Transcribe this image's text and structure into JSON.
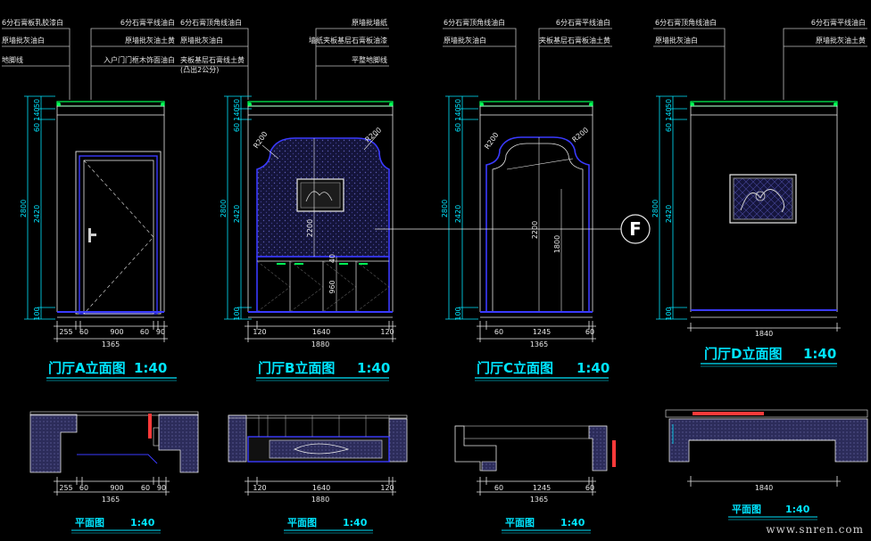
{
  "colors": {
    "background": "#000000",
    "cyan": "#00e5ff",
    "blue": "#3a3aff",
    "green": "#00ff55",
    "white": "#e8e8e8",
    "red": "#ff3a3a",
    "hatch": "#2a2a55"
  },
  "callouts": {
    "A_left": [
      "6分石膏板乳胶漆白",
      "原墙批灰油白",
      "地脚线"
    ],
    "A_right": [
      "6分石膏平线油白",
      "原墙批灰油土黄",
      "入户门门框木饰面油白"
    ],
    "B_left": [
      "6分石膏顶角线油白",
      "原墙批灰油白",
      "夹板基层石膏线土黄",
      "(凸出2公分)"
    ],
    "B_right": [
      "原墙批墙纸",
      "墙纸夹板基层石膏板油漆",
      "平整地脚线"
    ],
    "C_left": [
      "6分石膏顶角线油白",
      "原墙批灰油白"
    ],
    "C_right": [
      "6分石膏平线油白",
      "夹板基层石膏板油土黄"
    ],
    "D_left": [
      "6分石膏顶角线油白",
      "原墙批灰油白"
    ],
    "D_right": [
      "6分石膏平线油白",
      "原墙批灰油土黄"
    ]
  },
  "elevations": {
    "A": {
      "title": "门厅A立面图",
      "scale": "1:40",
      "vdims": [
        "60",
        "140",
        "50",
        "60",
        "2420",
        "2800",
        "100"
      ],
      "hdims_top": [
        "255",
        "60",
        "900",
        "60",
        "90"
      ],
      "total": "1365"
    },
    "B": {
      "title": "门厅B立面图",
      "scale": "1:40",
      "vdims": [
        "60",
        "140",
        "50",
        "60",
        "2420",
        "2800",
        "100"
      ],
      "arcs": [
        "R200",
        "R200"
      ],
      "inner_dims": [
        "2200",
        "40",
        "960"
      ],
      "hdims_top": [
        "120",
        "1640",
        "120"
      ],
      "total": "1880"
    },
    "C": {
      "title": "门厅C立面图",
      "scale": "1:40",
      "vdims": [
        "60",
        "140",
        "50",
        "60",
        "2420",
        "2800",
        "100"
      ],
      "arcs": [
        "R200",
        "R200"
      ],
      "inner_dims": [
        "2200",
        "1800"
      ],
      "hdims_top": [
        "60",
        "1245",
        "60"
      ],
      "total": "1365"
    },
    "D": {
      "title": "门厅D立面图",
      "scale": "1:40",
      "vdims": [
        "60",
        "140",
        "50",
        "60",
        "2420",
        "2800",
        "100"
      ],
      "total": "1840"
    }
  },
  "plans": {
    "A": {
      "title": "平面图",
      "scale": "1:40",
      "hdims_top": [
        "255",
        "60",
        "900",
        "60",
        "90"
      ],
      "total": "1365"
    },
    "B": {
      "title": "平面图",
      "scale": "1:40",
      "hdims_top": [
        "120",
        "1640",
        "120"
      ],
      "total": "1880"
    },
    "C": {
      "title": "平面图",
      "scale": "1:40",
      "hdims_top": [
        "60",
        "1245",
        "60"
      ],
      "total": "1365"
    },
    "D": {
      "title": "平面图",
      "scale": "1:40",
      "total": "1840"
    }
  },
  "section_mark": "F",
  "watermark": "www.snren.com"
}
